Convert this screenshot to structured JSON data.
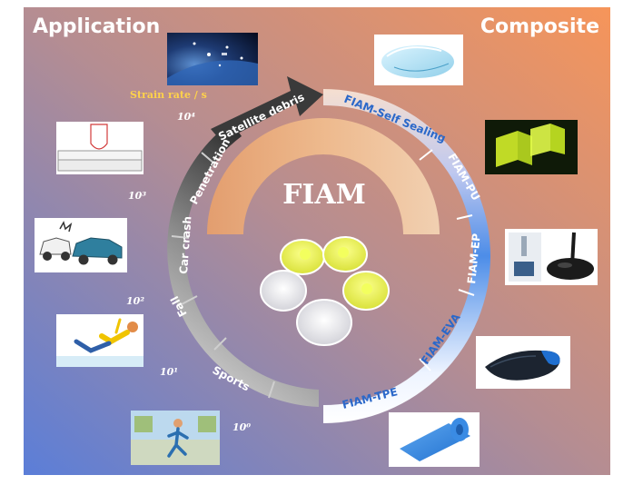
{
  "headings": {
    "left": "Application",
    "right": "Composite",
    "center": "FIAM"
  },
  "strain_rate_label": "Strain rate / s",
  "strain_rates": [
    "10⁴",
    "10³",
    "10²",
    "10¹",
    "10⁰"
  ],
  "applications": [
    "Satellite debris",
    "Penetration",
    "Car crash",
    "Fall",
    "Sports"
  ],
  "composites": [
    "FIAM-Self Sealing",
    "FIAM-PU",
    "FIAM-EP",
    "FIAM-EVA",
    "FIAM-TPE"
  ],
  "colors": {
    "bg_left": "#5b7ed8",
    "bg_mid": "#b58d92",
    "bg_right": "#f6955a",
    "application_arc": "#6f6f6f",
    "composite_arc": "#4d8de8",
    "strain_label": "#ffd24a"
  },
  "icons": {
    "satellite": "satellite-debris-photo",
    "penetration": "penetration-diagram",
    "car": "car-crash-illustration",
    "fall": "fall-illustration",
    "sports": "running-illustration",
    "gel": "clear-gel-photo",
    "cubes": "yellow-cubes-photo",
    "epoxy": "epoxy-pour-photo",
    "insole": "insole-photo",
    "mat": "yoga-mat-photo",
    "dishes": "fiam-samples-photo"
  }
}
